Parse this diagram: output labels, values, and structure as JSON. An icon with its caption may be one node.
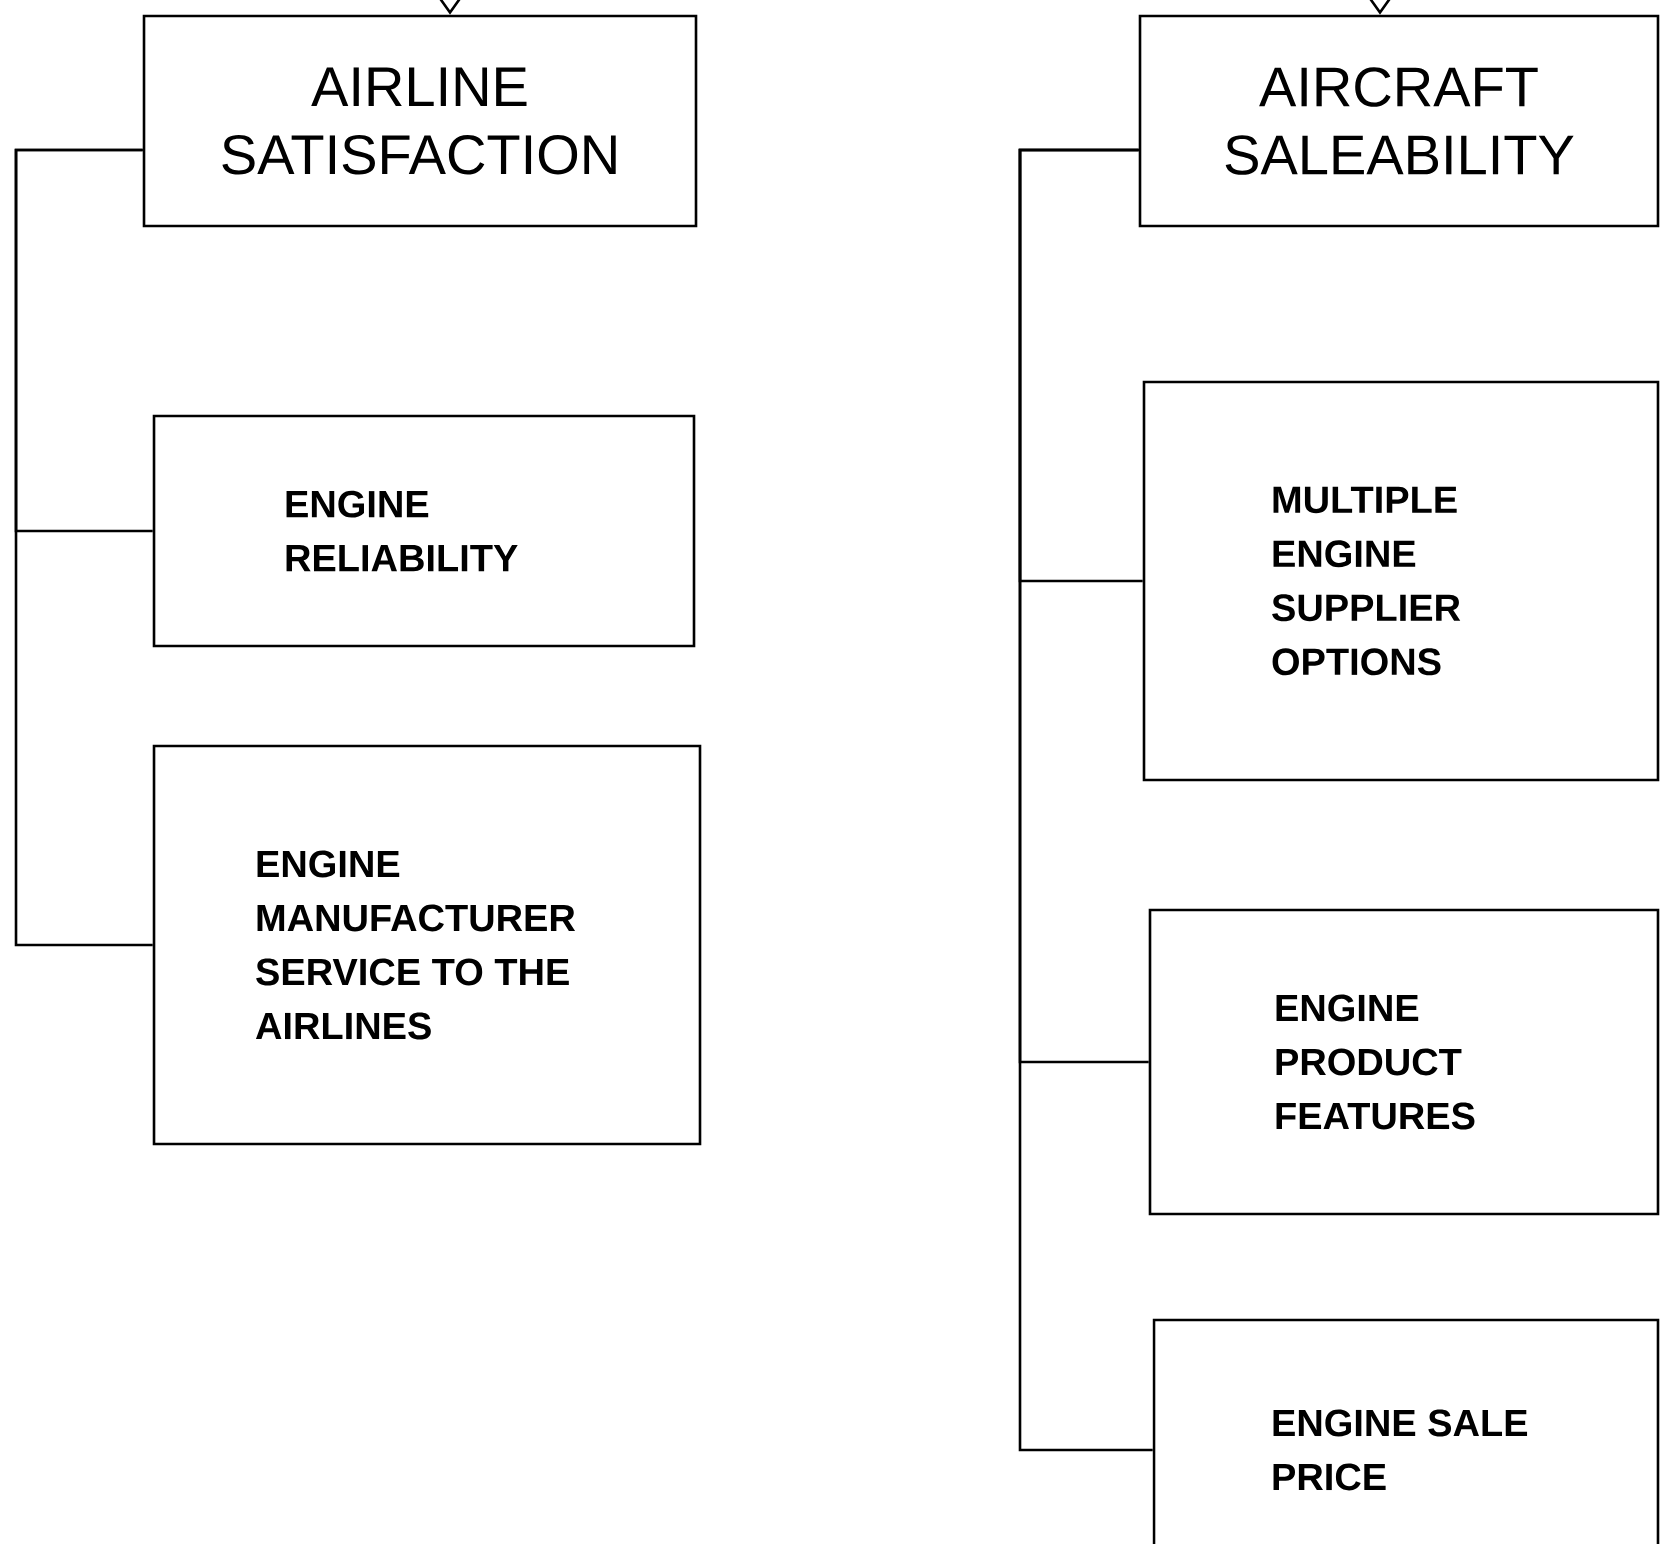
{
  "diagram": {
    "nodes": [
      {
        "text": [
          "AIRLINE SATISFACTION"
        ]
      },
      {
        "text": [
          "ENGINE RELIABILITY"
        ]
      },
      {
        "text": [
          "ENGINE MANUFACTURER SERVICE TO THE AIRLINES"
        ]
      },
      {
        "text": [
          "AIRCRAFT SALEABILITY"
        ]
      },
      {
        "text": [
          "MULTIPLE ENGINE SUPPLIER OPTIONS"
        ]
      },
      {
        "text": [
          "ENGINE PRODUCT FEATURES"
        ]
      },
      {
        "text": [
          "ENGINE SALE PRICE"
        ]
      }
    ],
    "edges": [
      {
        "from": null,
        "to": 0,
        "arrow": "to"
      },
      {
        "from": null,
        "to": 3,
        "arrow": "to"
      },
      {
        "from": 0,
        "to": 1,
        "arrow": "none"
      },
      {
        "from": 0,
        "to": 2,
        "arrow": "none"
      },
      {
        "from": 3,
        "to": 4,
        "arrow": "none"
      },
      {
        "from": 3,
        "to": 5,
        "arrow": "none"
      },
      {
        "from": 3,
        "to": 6,
        "arrow": "none"
      }
    ]
  }
}
